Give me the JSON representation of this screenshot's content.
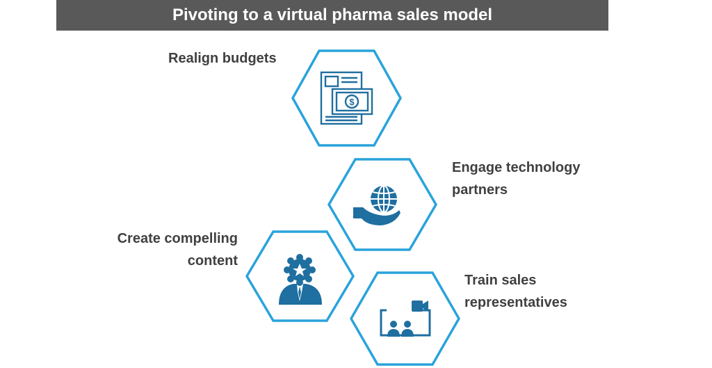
{
  "title": "Pivoting to a virtual pharma sales model",
  "colors": {
    "title_bar": "#595959",
    "hex_border": "#29a3db",
    "icon": "#1f6fa0",
    "label_text": "#404040"
  },
  "steps": [
    {
      "lines": [
        "Realign budgets"
      ],
      "icon": "budget-document-dollar-icon"
    },
    {
      "lines": [
        "Engage technology",
        "partners"
      ],
      "icon": "hand-globe-icon"
    },
    {
      "lines": [
        "Create compelling",
        "content"
      ],
      "icon": "person-award-icon"
    },
    {
      "lines": [
        "Train sales",
        "representatives"
      ],
      "icon": "video-training-icon"
    }
  ]
}
